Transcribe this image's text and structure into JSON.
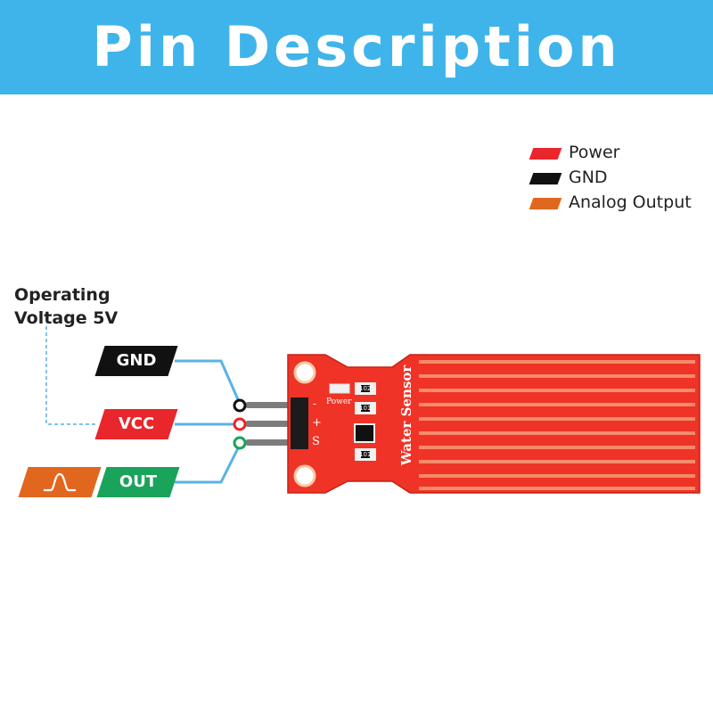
{
  "title": "Pin Description",
  "legend": [
    {
      "label": "Power",
      "color": "#e8262b"
    },
    {
      "label": "GND",
      "color": "#111111"
    },
    {
      "label": "Analog Output",
      "color": "#e1671f"
    }
  ],
  "operating_voltage": {
    "line1": "Operating",
    "line2": "Voltage 5V"
  },
  "pins": {
    "gnd": {
      "label": "GND",
      "color": "#111111"
    },
    "vcc": {
      "label": "VCC",
      "color": "#e8262b"
    },
    "out": {
      "label": "OUT",
      "color": "#1aa35a"
    },
    "signal_color": "#e1671f"
  },
  "board": {
    "silk_power": "Power",
    "silk_name": "Water Sensor",
    "resistor_top": "102",
    "resistor_mid": "101",
    "resistor_bottom": "101",
    "pin_marks": [
      "-",
      "+",
      "S"
    ]
  }
}
